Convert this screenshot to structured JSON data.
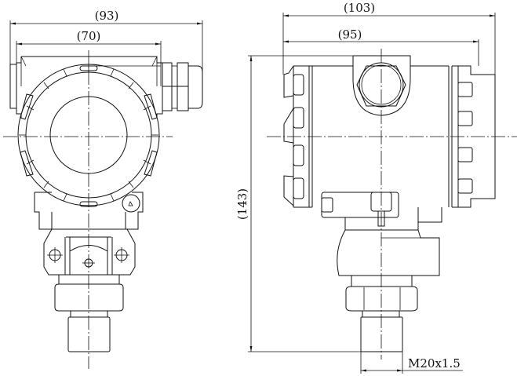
{
  "drawing": {
    "type": "pressure transmitter outline drawing",
    "line_color": "#111111",
    "background": "#ffffff"
  },
  "front_view": {
    "dimensions": {
      "overall_width": "(93)",
      "body_width": "(70)"
    }
  },
  "side_view": {
    "dimensions": {
      "overall_width": "(103)",
      "body_width": "(95)",
      "overall_height": "(143)",
      "thread": "M20x1.5"
    }
  }
}
